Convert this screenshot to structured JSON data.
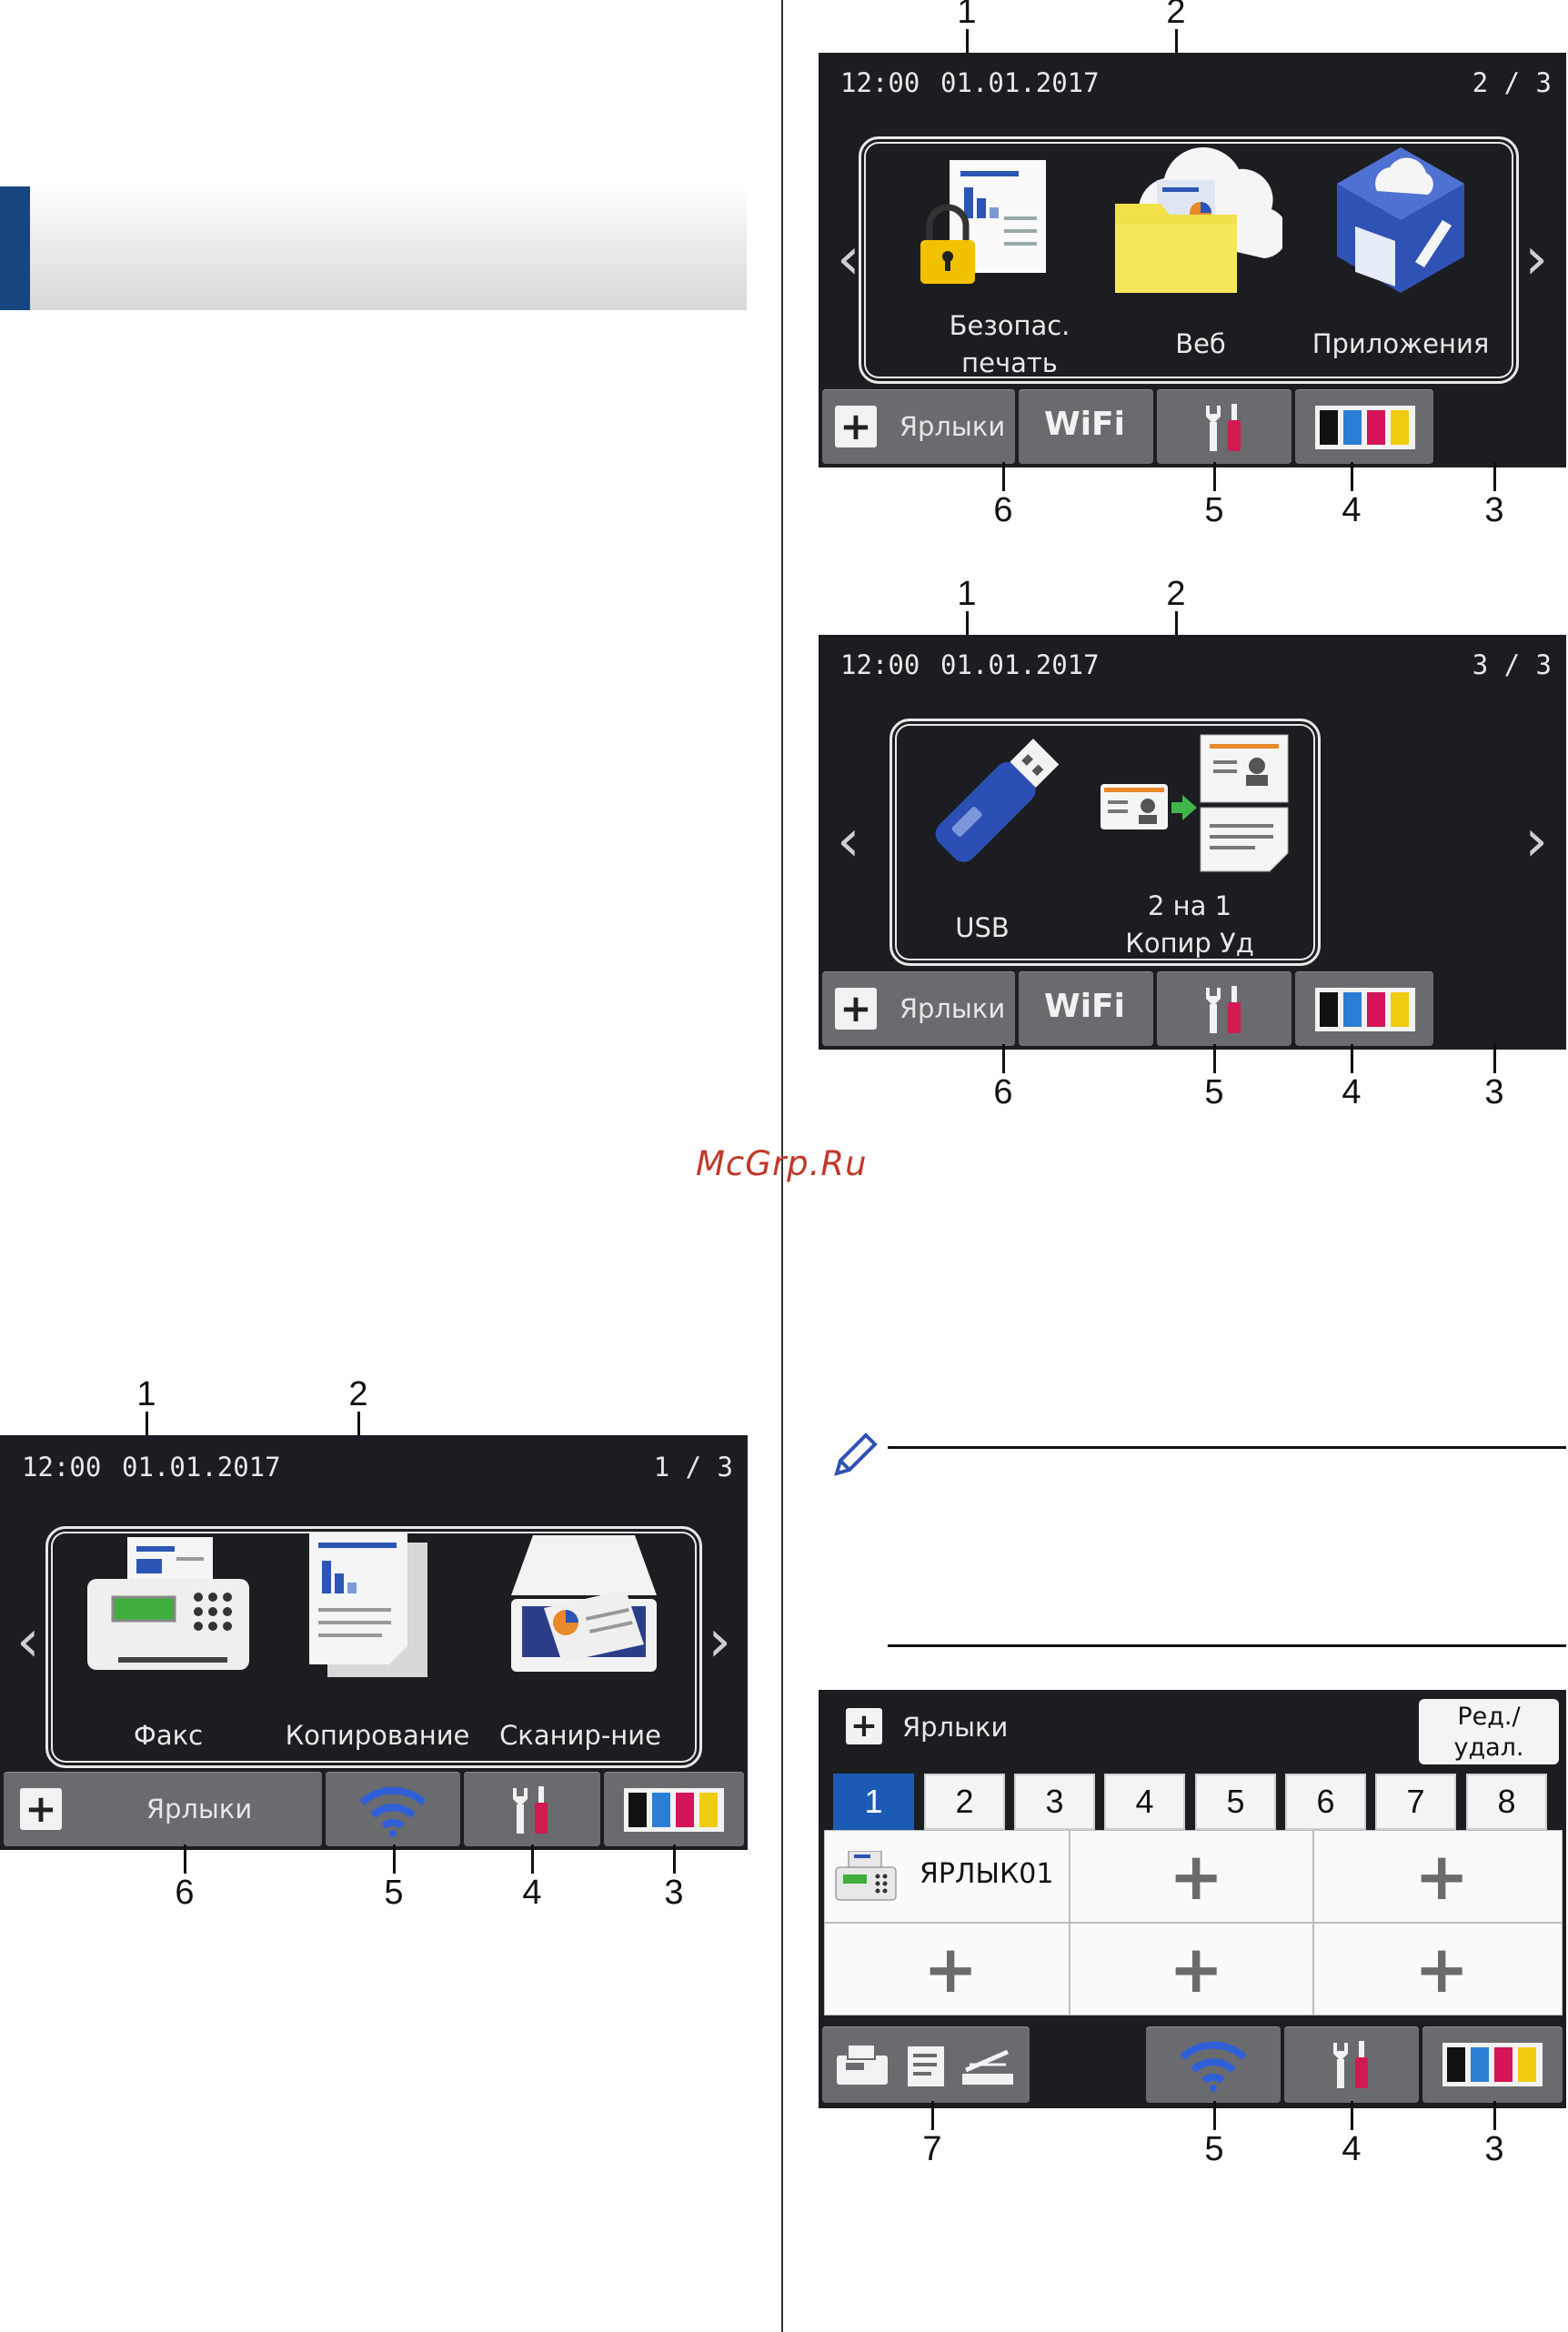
{
  "watermark": "McGrp.Ru",
  "callouts": {
    "date_time": "1",
    "apps": "2",
    "ink": "3",
    "settings": "4",
    "wifi": "5",
    "shortcuts": "6",
    "modes": "7"
  },
  "screens": {
    "page1": {
      "time": "12:00",
      "date": "01.01.2017",
      "page": "1 / 3",
      "apps": [
        "Факс",
        "Копирование",
        "Сканир-ние"
      ],
      "shortcuts_label": "Ярлыки"
    },
    "page2": {
      "time": "12:00",
      "date": "01.01.2017",
      "page": "2 / 3",
      "apps": [
        "Безопас.\nпечать",
        "Веб",
        "Приложения"
      ],
      "app1_line1": "Безопас.",
      "app1_line2": "печать",
      "shortcuts_label": "Ярлыки",
      "wifi_label": "WiFi"
    },
    "page3": {
      "time": "12:00",
      "date": "01.01.2017",
      "page": "3 / 3",
      "app1": "USB",
      "app2_line1": "2 на 1",
      "app2_line2": "Копир Уд",
      "shortcuts_label": "Ярлыки",
      "wifi_label": "WiFi"
    },
    "shortcut_screen": {
      "title": "Ярлыки",
      "edit_line1": "Ред./",
      "edit_line2": "удал.",
      "tabs": [
        "1",
        "2",
        "3",
        "4",
        "5",
        "6",
        "7",
        "8"
      ],
      "active_tab": "1",
      "shortcut1": "ЯРЛЫК01"
    }
  },
  "colors": {
    "screen_bg": "#1c1d20",
    "button_bg": "#6a6b6e",
    "accent_blue": "#1c5bb5",
    "header_blue": "#17457f",
    "watermark": "#c0392b"
  }
}
